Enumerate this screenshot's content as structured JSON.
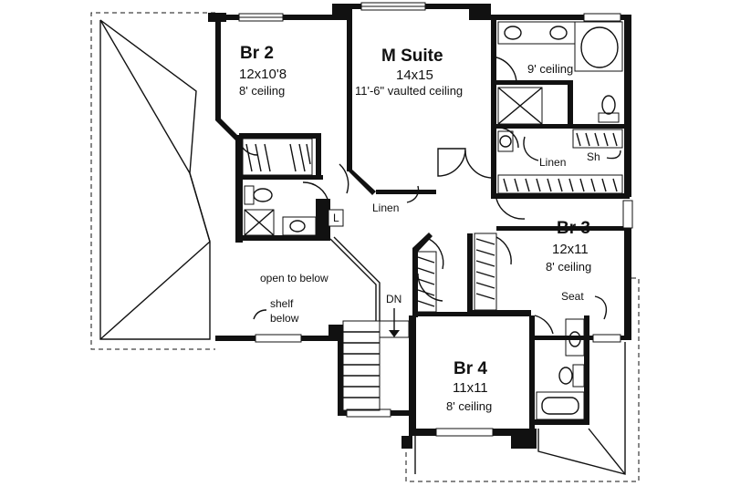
{
  "rooms": {
    "br2": {
      "name": "Br 2",
      "dims": "12x10'8",
      "ceiling": "8' ceiling"
    },
    "msuite": {
      "name": "M Suite",
      "dims": "14x15",
      "ceiling": "11'-6\" vaulted ceiling"
    },
    "bath_master": {
      "ceiling": "9' ceiling"
    },
    "br3": {
      "name": "Br 3",
      "dims": "12x11",
      "ceiling": "8' ceiling"
    },
    "br4": {
      "name": "Br 4",
      "dims": "11x11",
      "ceiling": "8' ceiling"
    }
  },
  "labels": {
    "linen_master": "Linen",
    "shower": "Sh",
    "linen_hall": "Linen",
    "laundry": "L",
    "open_to_below": "open to below",
    "shelf": "shelf",
    "below": "below",
    "stairs_down": "DN",
    "seat": "Seat"
  }
}
